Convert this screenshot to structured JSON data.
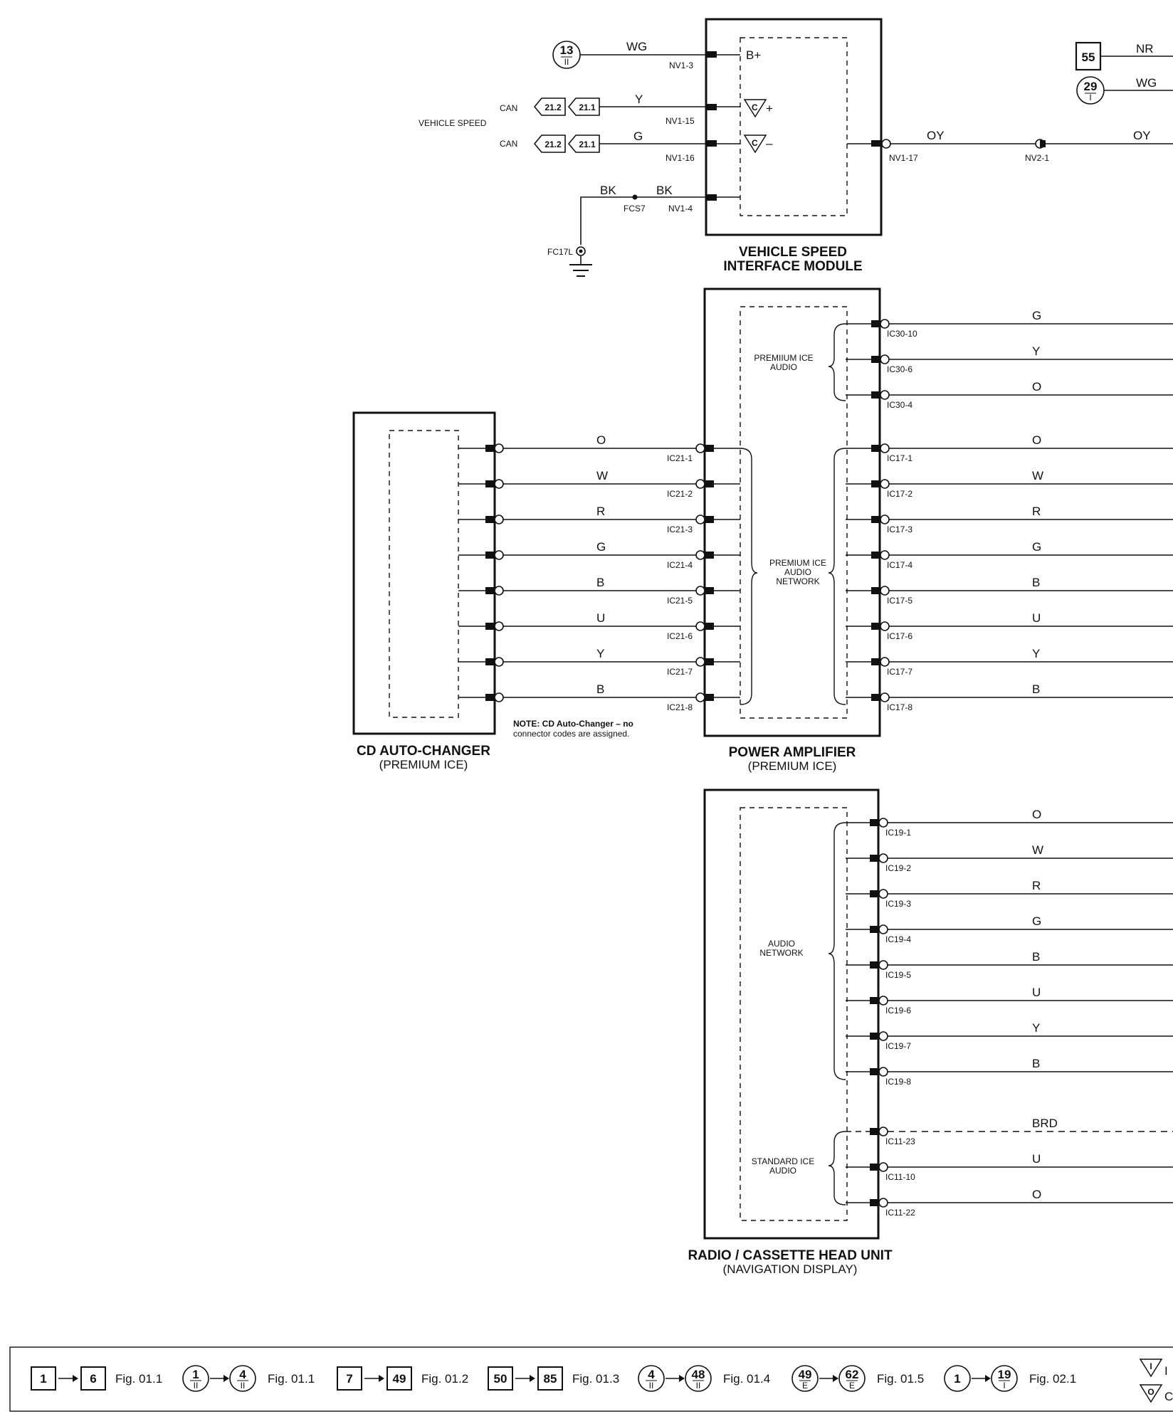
{
  "vsim": {
    "title_1": "VEHICLE SPEED",
    "title_2": "INTERFACE MODULE",
    "internal": {
      "bplus": "B+",
      "cplus": "C",
      "cplus_sign": "+",
      "cminus": "C",
      "cminus_sign": "–"
    },
    "left_side_label": "VEHICLE SPEED",
    "inputs": [
      {
        "wire": "WG",
        "pin": "NV1-3",
        "source_num": "13",
        "source_sub": "II"
      },
      {
        "wire": "Y",
        "pin": "NV1-15",
        "bus": "CAN",
        "ref_a": "21.2",
        "ref_b": "21.1"
      },
      {
        "wire": "G",
        "pin": "NV1-16",
        "bus": "CAN",
        "ref_a": "21.2",
        "ref_b": "21.1"
      },
      {
        "wire": "BK",
        "wire2": "BK",
        "pin": "NV1-4",
        "splice": "FCS7",
        "ground": "FC17L"
      }
    ],
    "output": {
      "pin": "NV1-17",
      "wire": "OY",
      "connector": "NV2-1",
      "wire2": "OY"
    },
    "right_refs": [
      {
        "type": "box",
        "num": "55",
        "wire": "NR"
      },
      {
        "type": "circle",
        "num": "29",
        "sub": "I",
        "wire": "WG"
      }
    ]
  },
  "cd_changer": {
    "title": "CD AUTO-CHANGER",
    "subtitle": "(PREMIUM ICE)",
    "wires": [
      "O",
      "W",
      "R",
      "G",
      "B",
      "U",
      "Y",
      "B"
    ],
    "note_1": "NOTE: CD Auto-Changer – no",
    "note_2": "connector codes are assigned."
  },
  "amplifier": {
    "title": "POWER AMPLIFIER",
    "subtitle": "(PREMIUM ICE)",
    "group_audio_1": "PREMIIUM ICE",
    "group_audio_2": "AUDIO",
    "group_net_1": "PREMIUM ICE",
    "group_net_2": "AUDIO",
    "group_net_3": "NETWORK",
    "input_pins": [
      "IC21-1",
      "IC21-2",
      "IC21-3",
      "IC21-4",
      "IC21-5",
      "IC21-6",
      "IC21-7",
      "IC21-8"
    ],
    "audio_outputs": [
      {
        "pin": "IC30-10",
        "wire": "G"
      },
      {
        "pin": "IC30-6",
        "wire": "Y"
      },
      {
        "pin": "IC30-4",
        "wire": "O"
      }
    ],
    "network_outputs": [
      {
        "pin": "IC17-1",
        "wire": "O"
      },
      {
        "pin": "IC17-2",
        "wire": "W"
      },
      {
        "pin": "IC17-3",
        "wire": "R"
      },
      {
        "pin": "IC17-4",
        "wire": "G"
      },
      {
        "pin": "IC17-5",
        "wire": "B"
      },
      {
        "pin": "IC17-6",
        "wire": "U"
      },
      {
        "pin": "IC17-7",
        "wire": "Y"
      },
      {
        "pin": "IC17-8",
        "wire": "B"
      }
    ]
  },
  "head_unit": {
    "title": "RADIO / CASSETTE HEAD UNIT",
    "subtitle": "(NAVIGATION DISPLAY)",
    "group_net_1": "AUDIO",
    "group_net_2": "NETWORK",
    "group_std_1": "STANDARD ICE",
    "group_std_2": "AUDIO",
    "network_outputs": [
      {
        "pin": "IC19-1",
        "wire": "O"
      },
      {
        "pin": "IC19-2",
        "wire": "W"
      },
      {
        "pin": "IC19-3",
        "wire": "R"
      },
      {
        "pin": "IC19-4",
        "wire": "G"
      },
      {
        "pin": "IC19-5",
        "wire": "B"
      },
      {
        "pin": "IC19-6",
        "wire": "U"
      },
      {
        "pin": "IC19-7",
        "wire": "Y"
      },
      {
        "pin": "IC19-8",
        "wire": "B"
      }
    ],
    "std_outputs": [
      {
        "pin": "IC11-23",
        "wire": "BRD"
      },
      {
        "pin": "IC11-10",
        "wire": "U"
      },
      {
        "pin": "IC11-22",
        "wire": "O"
      }
    ]
  },
  "legend": [
    {
      "kind": "box",
      "from": "1",
      "to": "6",
      "fig": "Fig. 01.1"
    },
    {
      "kind": "circle",
      "from": "1",
      "from_sub": "II",
      "to": "4",
      "to_sub": "II",
      "fig": "Fig. 01.1"
    },
    {
      "kind": "box",
      "from": "7",
      "to": "49",
      "fig": "Fig. 01.2"
    },
    {
      "kind": "box",
      "from": "50",
      "to": "85",
      "fig": "Fig. 01.3"
    },
    {
      "kind": "circle",
      "from": "4",
      "from_sub": "II",
      "to": "48",
      "to_sub": "II",
      "fig": "Fig. 01.4"
    },
    {
      "kind": "circle",
      "from": "49",
      "from_sub": "E",
      "to": "62",
      "to_sub": "E",
      "fig": "Fig. 01.5"
    },
    {
      "kind": "circle",
      "from": "1",
      "from_sub": "",
      "to": "19",
      "to_sub": "I",
      "fig": "Fig. 02.1"
    }
  ],
  "legend_symbols": [
    {
      "sym": "I",
      "text": "I"
    },
    {
      "sym": "O",
      "text": "C"
    }
  ]
}
